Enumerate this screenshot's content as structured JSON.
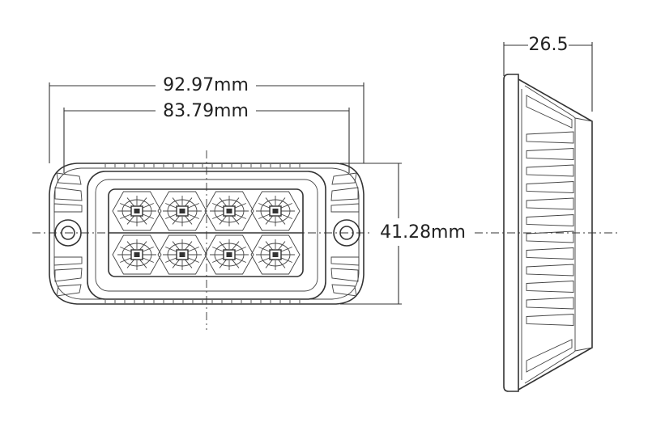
{
  "dimensions": {
    "overall_width": "92.97mm",
    "inner_width": "83.79mm",
    "height": "41.28mm",
    "depth": "26.5"
  },
  "colors": {
    "line": "#333333",
    "text": "#222222",
    "background": "#ffffff"
  }
}
